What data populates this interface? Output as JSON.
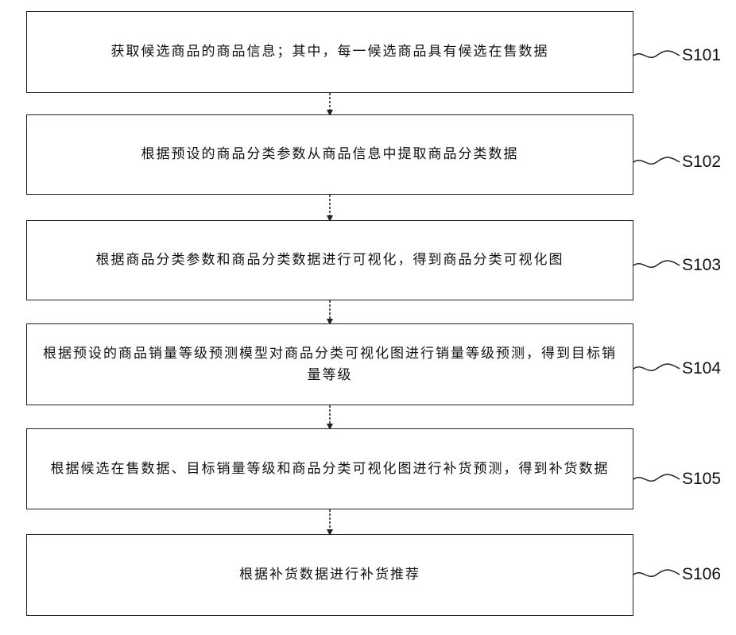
{
  "steps": [
    {
      "id": "S101",
      "text": "获取候选商品的商品信息；其中，每一候选商品具有候选在售数据"
    },
    {
      "id": "S102",
      "text": "根据预设的商品分类参数从商品信息中提取商品分类数据"
    },
    {
      "id": "S103",
      "text": "根据商品分类参数和商品分类数据进行可视化，得到商品分类可视化图"
    },
    {
      "id": "S104",
      "text": "根据预设的商品销量等级预测模型对商品分类可视化图进行销量等级预测，得到目标销量等级"
    },
    {
      "id": "S105",
      "text": "根据候选在售数据、目标销量等级和商品分类可视化图进行补货预测，得到补货数据"
    },
    {
      "id": "S106",
      "text": "根据补货数据进行补货推荐"
    }
  ]
}
